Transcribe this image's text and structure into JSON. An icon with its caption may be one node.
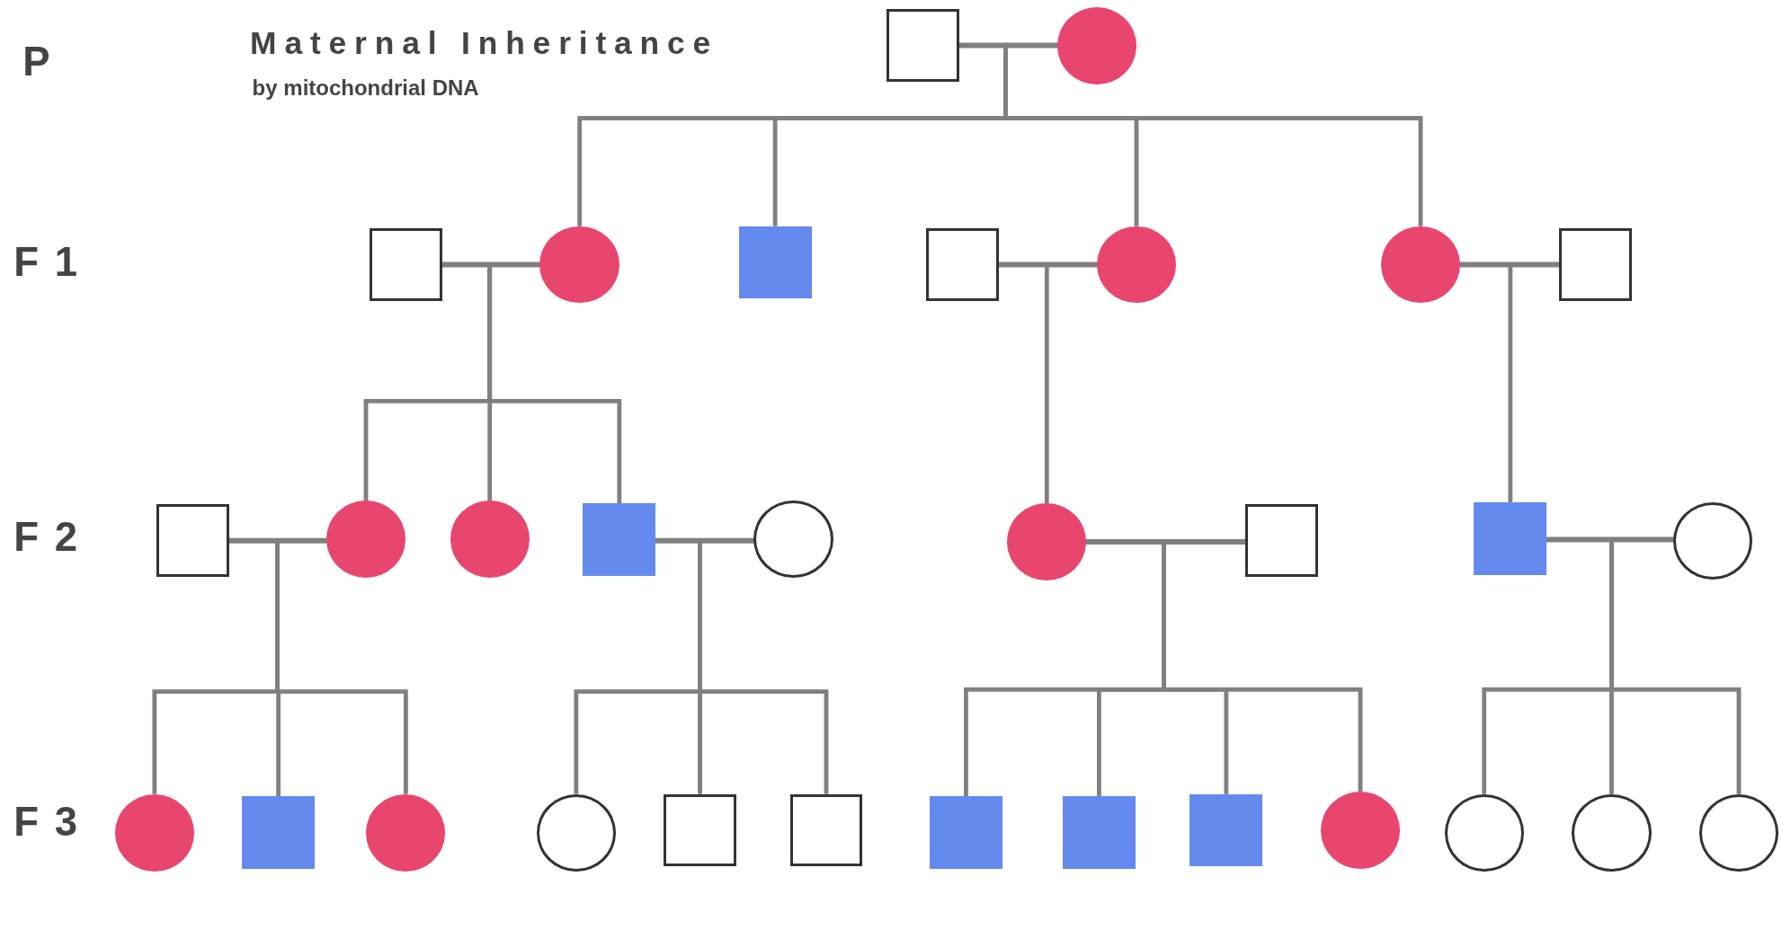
{
  "diagram": {
    "title": "Maternal Inheritance",
    "nodes": [
      {
        "text": [],
        "shape": "box"
      },
      {
        "text": [],
        "shape": "circle"
      },
      {
        "text": [],
        "shape": "box"
      },
      {
        "text": [],
        "shape": "circle"
      },
      {
        "text": [],
        "shape": "box"
      },
      {
        "text": [],
        "shape": "box"
      },
      {
        "text": [],
        "shape": "circle"
      },
      {
        "text": [],
        "shape": "circle"
      },
      {
        "text": [],
        "shape": "box"
      },
      {
        "text": [],
        "shape": "box"
      },
      {
        "text": [],
        "shape": "circle"
      },
      {
        "text": [],
        "shape": "circle"
      },
      {
        "text": [],
        "shape": "box"
      },
      {
        "text": [],
        "shape": "circle"
      },
      {
        "text": [],
        "shape": "circle"
      },
      {
        "text": [],
        "shape": "box"
      },
      {
        "text": [],
        "shape": "box"
      },
      {
        "text": [],
        "shape": "circle"
      },
      {
        "text": [],
        "shape": "circle"
      },
      {
        "text": [],
        "shape": "box"
      },
      {
        "text": [],
        "shape": "circle"
      },
      {
        "text": [],
        "shape": "circle"
      },
      {
        "text": [],
        "shape": "box"
      },
      {
        "text": [],
        "shape": "box"
      },
      {
        "text": [],
        "shape": "box"
      },
      {
        "text": [],
        "shape": "box"
      },
      {
        "text": [],
        "shape": "box"
      },
      {
        "text": [],
        "shape": "circle"
      },
      {
        "text": [],
        "shape": "circle"
      },
      {
        "text": [],
        "shape": "circle"
      },
      {
        "text": [],
        "shape": "circle"
      }
    ],
    "edges": [
      {
        "from": 0,
        "to": 1,
        "arrow": "none"
      },
      {
        "from": 0,
        "to": 3,
        "arrow": "none"
      },
      {
        "from": 1,
        "to": 3,
        "arrow": "none"
      },
      {
        "from": 0,
        "to": 4,
        "arrow": "none"
      },
      {
        "from": 1,
        "to": 4,
        "arrow": "none"
      },
      {
        "from": 0,
        "to": 6,
        "arrow": "none"
      },
      {
        "from": 1,
        "to": 6,
        "arrow": "none"
      },
      {
        "from": 0,
        "to": 7,
        "arrow": "none"
      },
      {
        "from": 1,
        "to": 7,
        "arrow": "none"
      },
      {
        "from": 2,
        "to": 3,
        "arrow": "none"
      },
      {
        "from": 2,
        "to": 10,
        "arrow": "none"
      },
      {
        "from": 3,
        "to": 10,
        "arrow": "none"
      },
      {
        "from": 2,
        "to": 11,
        "arrow": "none"
      },
      {
        "from": 3,
        "to": 11,
        "arrow": "none"
      },
      {
        "from": 2,
        "to": 12,
        "arrow": "none"
      },
      {
        "from": 3,
        "to": 12,
        "arrow": "none"
      },
      {
        "from": 5,
        "to": 6,
        "arrow": "none"
      },
      {
        "from": 5,
        "to": 14,
        "arrow": "none"
      },
      {
        "from": 6,
        "to": 14,
        "arrow": "none"
      },
      {
        "from": 7,
        "to": 8,
        "arrow": "none"
      },
      {
        "from": 7,
        "to": 16,
        "arrow": "none"
      },
      {
        "from": 8,
        "to": 16,
        "arrow": "none"
      },
      {
        "from": 9,
        "to": 10,
        "arrow": "none"
      },
      {
        "from": 9,
        "to": 18,
        "arrow": "none"
      },
      {
        "from": 10,
        "to": 18,
        "arrow": "none"
      },
      {
        "from": 9,
        "to": 19,
        "arrow": "none"
      },
      {
        "from": 10,
        "to": 19,
        "arrow": "none"
      },
      {
        "from": 9,
        "to": 20,
        "arrow": "none"
      },
      {
        "from": 10,
        "to": 20,
        "arrow": "none"
      },
      {
        "from": 12,
        "to": 13,
        "arrow": "none"
      },
      {
        "from": 12,
        "to": 21,
        "arrow": "none"
      },
      {
        "from": 13,
        "to": 21,
        "arrow": "none"
      },
      {
        "from": 12,
        "to": 22,
        "arrow": "none"
      },
      {
        "from": 13,
        "to": 22,
        "arrow": "none"
      },
      {
        "from": 12,
        "to": 23,
        "arrow": "none"
      },
      {
        "from": 13,
        "to": 23,
        "arrow": "none"
      },
      {
        "from": 14,
        "to": 15,
        "arrow": "none"
      },
      {
        "from": 14,
        "to": 24,
        "arrow": "none"
      },
      {
        "from": 15,
        "to": 24,
        "arrow": "none"
      },
      {
        "from": 14,
        "to": 25,
        "arrow": "none"
      },
      {
        "from": 15,
        "to": 25,
        "arrow": "none"
      },
      {
        "from": 14,
        "to": 26,
        "arrow": "none"
      },
      {
        "from": 15,
        "to": 26,
        "arrow": "none"
      },
      {
        "from": 14,
        "to": 27,
        "arrow": "none"
      },
      {
        "from": 15,
        "to": 27,
        "arrow": "none"
      },
      {
        "from": 16,
        "to": 17,
        "arrow": "none"
      },
      {
        "from": 16,
        "to": 28,
        "arrow": "none"
      },
      {
        "from": 17,
        "to": 28,
        "arrow": "none"
      },
      {
        "from": 16,
        "to": 29,
        "arrow": "none"
      },
      {
        "from": 17,
        "to": 29,
        "arrow": "none"
      },
      {
        "from": 16,
        "to": 30,
        "arrow": "none"
      },
      {
        "from": 17,
        "to": 30,
        "arrow": "none"
      }
    ],
    "labels": [
      "P",
      "by mitochondrial DNA",
      "F 1",
      "F 2",
      "F 3"
    ]
  }
}
